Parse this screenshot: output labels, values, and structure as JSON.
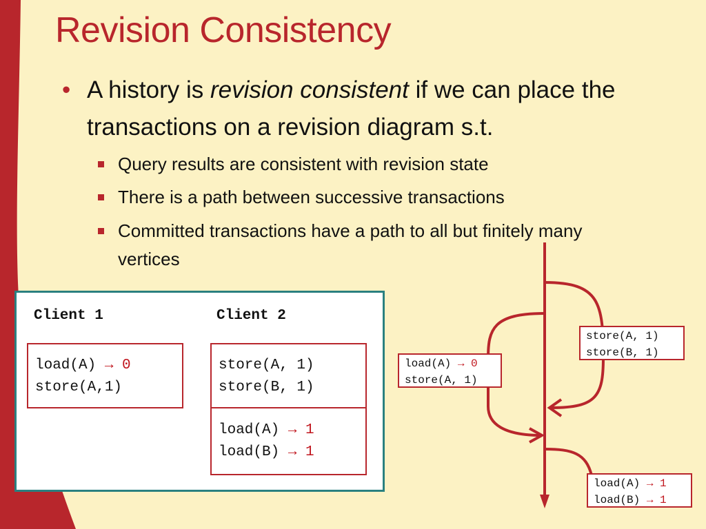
{
  "slide": {
    "title": "Revision Consistency",
    "bullet": {
      "prefix": "A history is ",
      "emphasis": "revision consistent",
      "suffix": " if we can place the transactions on a revision diagram s.t."
    },
    "sub_bullets": [
      "Query results are consistent with revision state",
      "There is a path between successive transactions",
      "Committed transactions have a path to all but finitely many vertices"
    ]
  },
  "clients": {
    "client1": {
      "heading": "Client 1",
      "box": {
        "line1": "load(A)",
        "arrow1": "→ 0",
        "line2": "store(A,1)"
      }
    },
    "client2": {
      "heading": "Client 2",
      "box1": {
        "line1": "store(A, 1)",
        "line2": "store(B, 1)"
      },
      "box2": {
        "line1": "load(A)",
        "arrow1": "→ 1",
        "line2": "load(B)",
        "arrow2": "→ 1"
      }
    }
  },
  "diagram": {
    "label_left": {
      "line1": "load(A)",
      "arrow1": "→ 0",
      "line2": "store(A, 1)"
    },
    "label_right": {
      "line1": "store(A, 1)",
      "line2": "store(B, 1)"
    },
    "label_bottom": {
      "line1": "load(A)",
      "arrow1": "→ 1",
      "line2": "load(B)",
      "arrow2": "→ 1"
    }
  },
  "colors": {
    "accent": "#b8262c",
    "background": "#fcf2c4",
    "panel_border": "#2a8080"
  }
}
